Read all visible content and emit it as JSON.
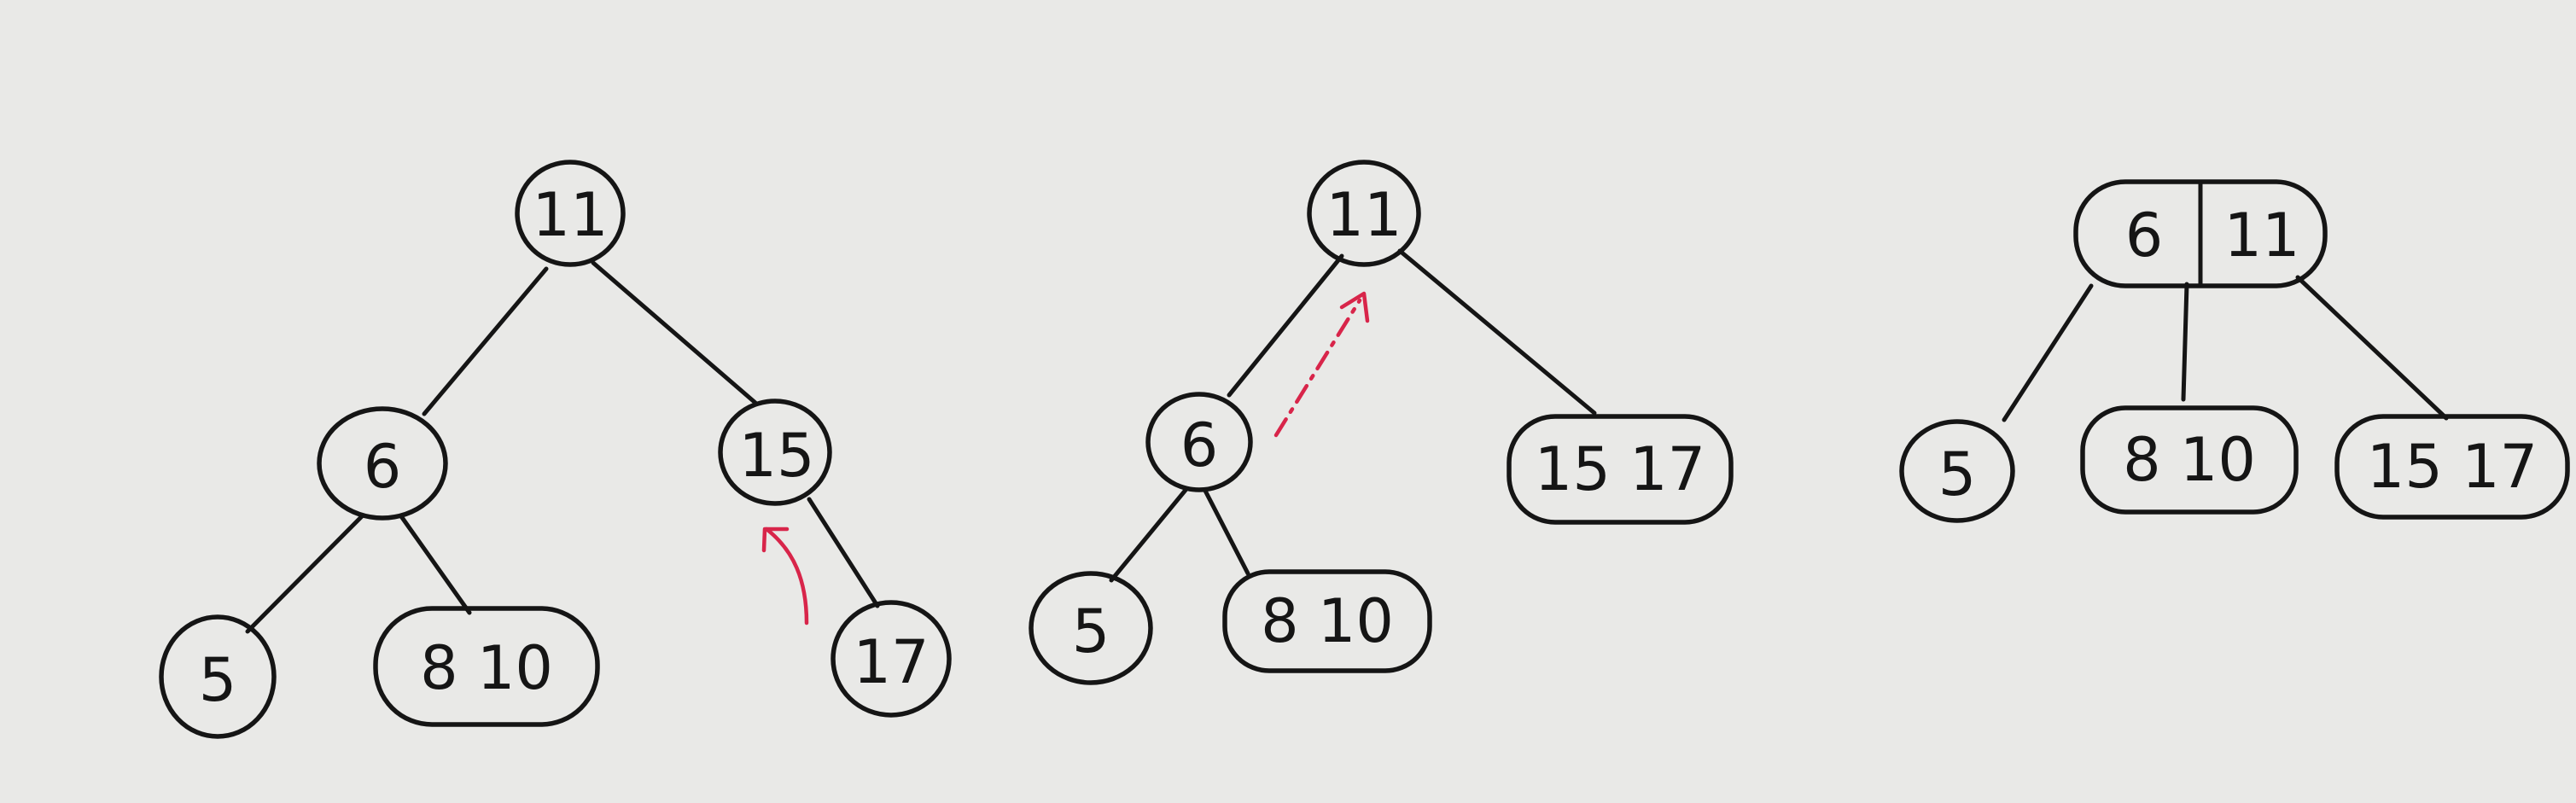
{
  "diagram": {
    "colors": {
      "paper": "#e9e9e7",
      "ink": "#151515",
      "arrow": "#d8254a"
    },
    "panels": [
      {
        "id": "step1",
        "nodes": {
          "root": "11",
          "left": "6",
          "right": "15",
          "left_left": "5",
          "left_right": "8 10",
          "right_right": "17"
        }
      },
      {
        "id": "step2",
        "nodes": {
          "root": "11",
          "left": "6",
          "right": "15 17",
          "left_left": "5",
          "left_right": "8 10"
        }
      },
      {
        "id": "step3",
        "nodes": {
          "root_keys": [
            "6",
            "11"
          ],
          "child_1": "5",
          "child_2": "8 10",
          "child_3": "15 17"
        }
      }
    ]
  }
}
